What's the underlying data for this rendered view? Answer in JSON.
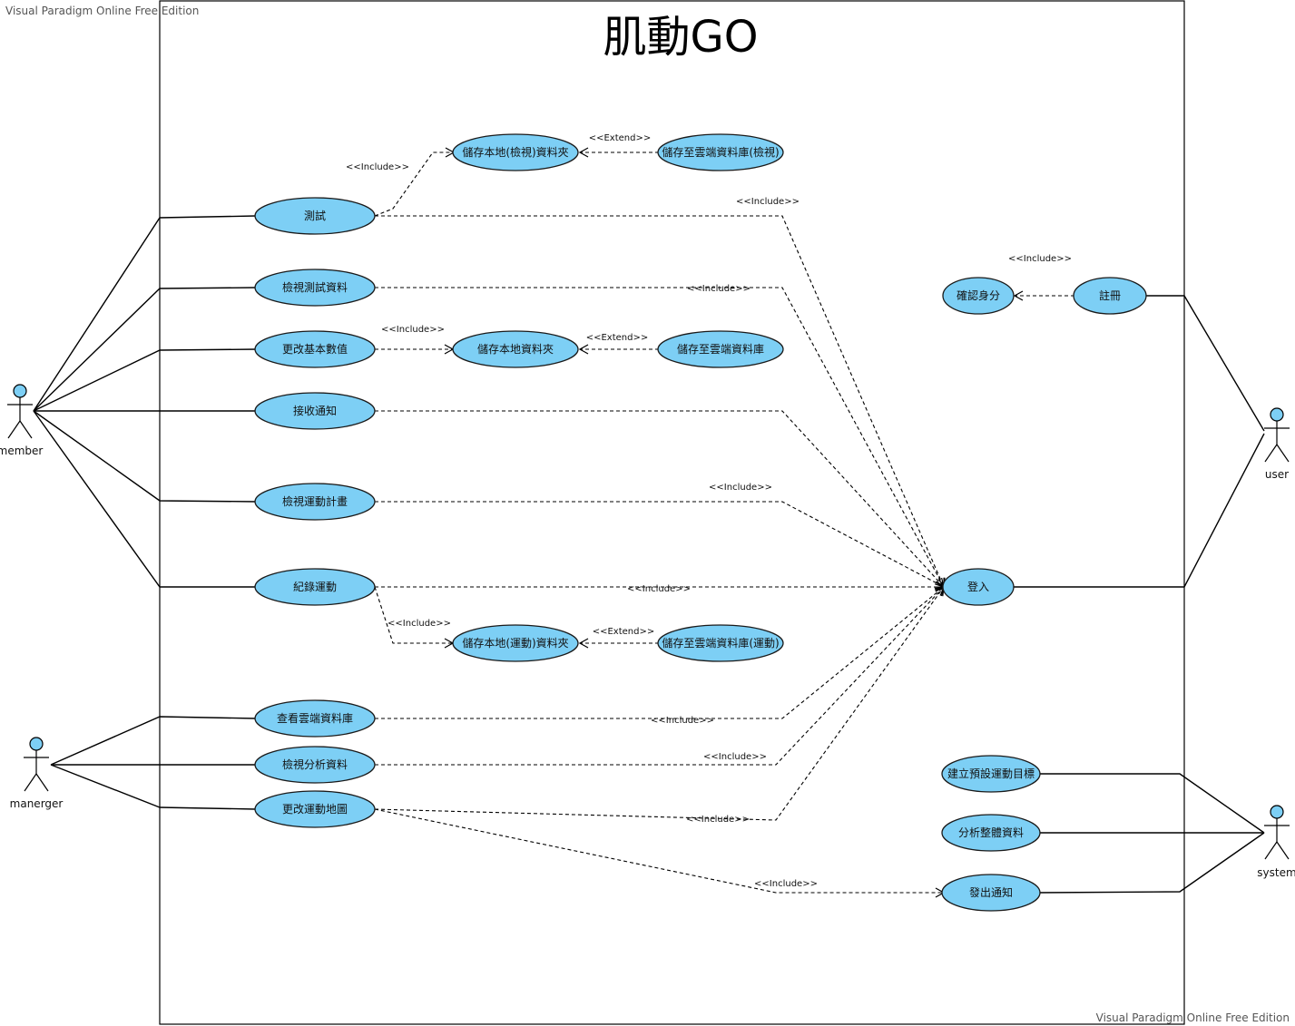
{
  "watermark_top": "Visual Paradigm Online Free Edition",
  "watermark_bottom": "Visual Paradigm Online Free Edition",
  "system_title": "肌動GO",
  "actors": {
    "member": "member",
    "manager": "manerger",
    "user": "user",
    "system": "system"
  },
  "use_cases": {
    "test": "測試",
    "view_test_data": "檢視測試資料",
    "change_basic_values": "更改基本數值",
    "receive_notification": "接收通知",
    "view_exercise_plan": "檢視運動計畫",
    "record_exercise": "紀錄運動",
    "view_cloud_db": "查看雲端資料庫",
    "view_analysis_data": "檢視分析資料",
    "change_exercise_map": "更改運動地圖",
    "save_local_view": "儲存本地(檢視)資料夾",
    "save_cloud_view": "儲存至雲端資料庫(檢視)",
    "save_local": "儲存本地資料夾",
    "save_cloud": "儲存至雲端資料庫",
    "save_local_exercise": "儲存本地(運動)資料夾",
    "save_cloud_exercise": "儲存至雲端資料庫(運動)",
    "login": "登入",
    "verify_identity": "確認身分",
    "register": "註冊",
    "set_default_goal": "建立預設運動目標",
    "analyze_data": "分析整體資料",
    "send_notification": "發出通知"
  },
  "stereotypes": {
    "include": "<<Include>>",
    "extend": "<<Extend>>"
  }
}
